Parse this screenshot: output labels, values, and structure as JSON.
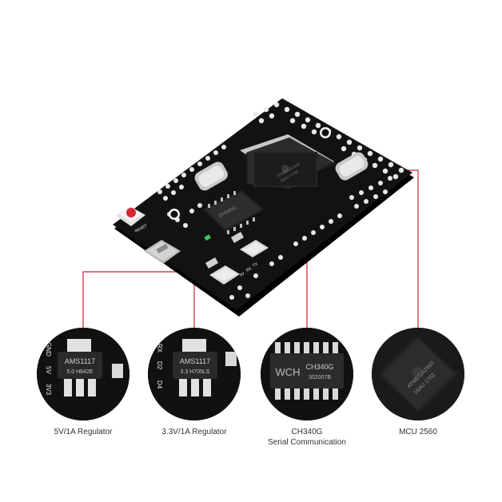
{
  "colors": {
    "background": "#ffffff",
    "pcb": "#121212",
    "silkscreen": "#f2f2f2",
    "callout_line": "#c8252b",
    "chip": "#1e1e1e",
    "label_text": "#333333"
  },
  "board": {
    "mcu_marking": [
      "ATMEGA2560",
      "16AU 1702"
    ],
    "usb_chip_marking": "CH340G",
    "button_label": "RESET",
    "side_labels": [
      "5V",
      "RX",
      "TX"
    ]
  },
  "callouts": [
    {
      "label_lines": [
        "5V/1A Regulator"
      ],
      "chip_marking": [
        "AMS1117",
        "5.0 H642E"
      ],
      "pin_labels": [
        "GND",
        "5V",
        "3V3"
      ]
    },
    {
      "label_lines": [
        "3.3V/1A Regulator"
      ],
      "chip_marking": [
        "AMS1117",
        "3.3 H705LS"
      ],
      "pin_labels": [
        "RX",
        "D2",
        "D4"
      ]
    },
    {
      "label_lines": [
        "CH340G",
        "Serial Communication"
      ],
      "chip_marking": [
        "WCH",
        "CH340G",
        "302007B"
      ]
    },
    {
      "label_lines": [
        "MCU 2560"
      ],
      "chip_marking": [
        "ATMEGA2560",
        "16AU 1702"
      ]
    }
  ]
}
